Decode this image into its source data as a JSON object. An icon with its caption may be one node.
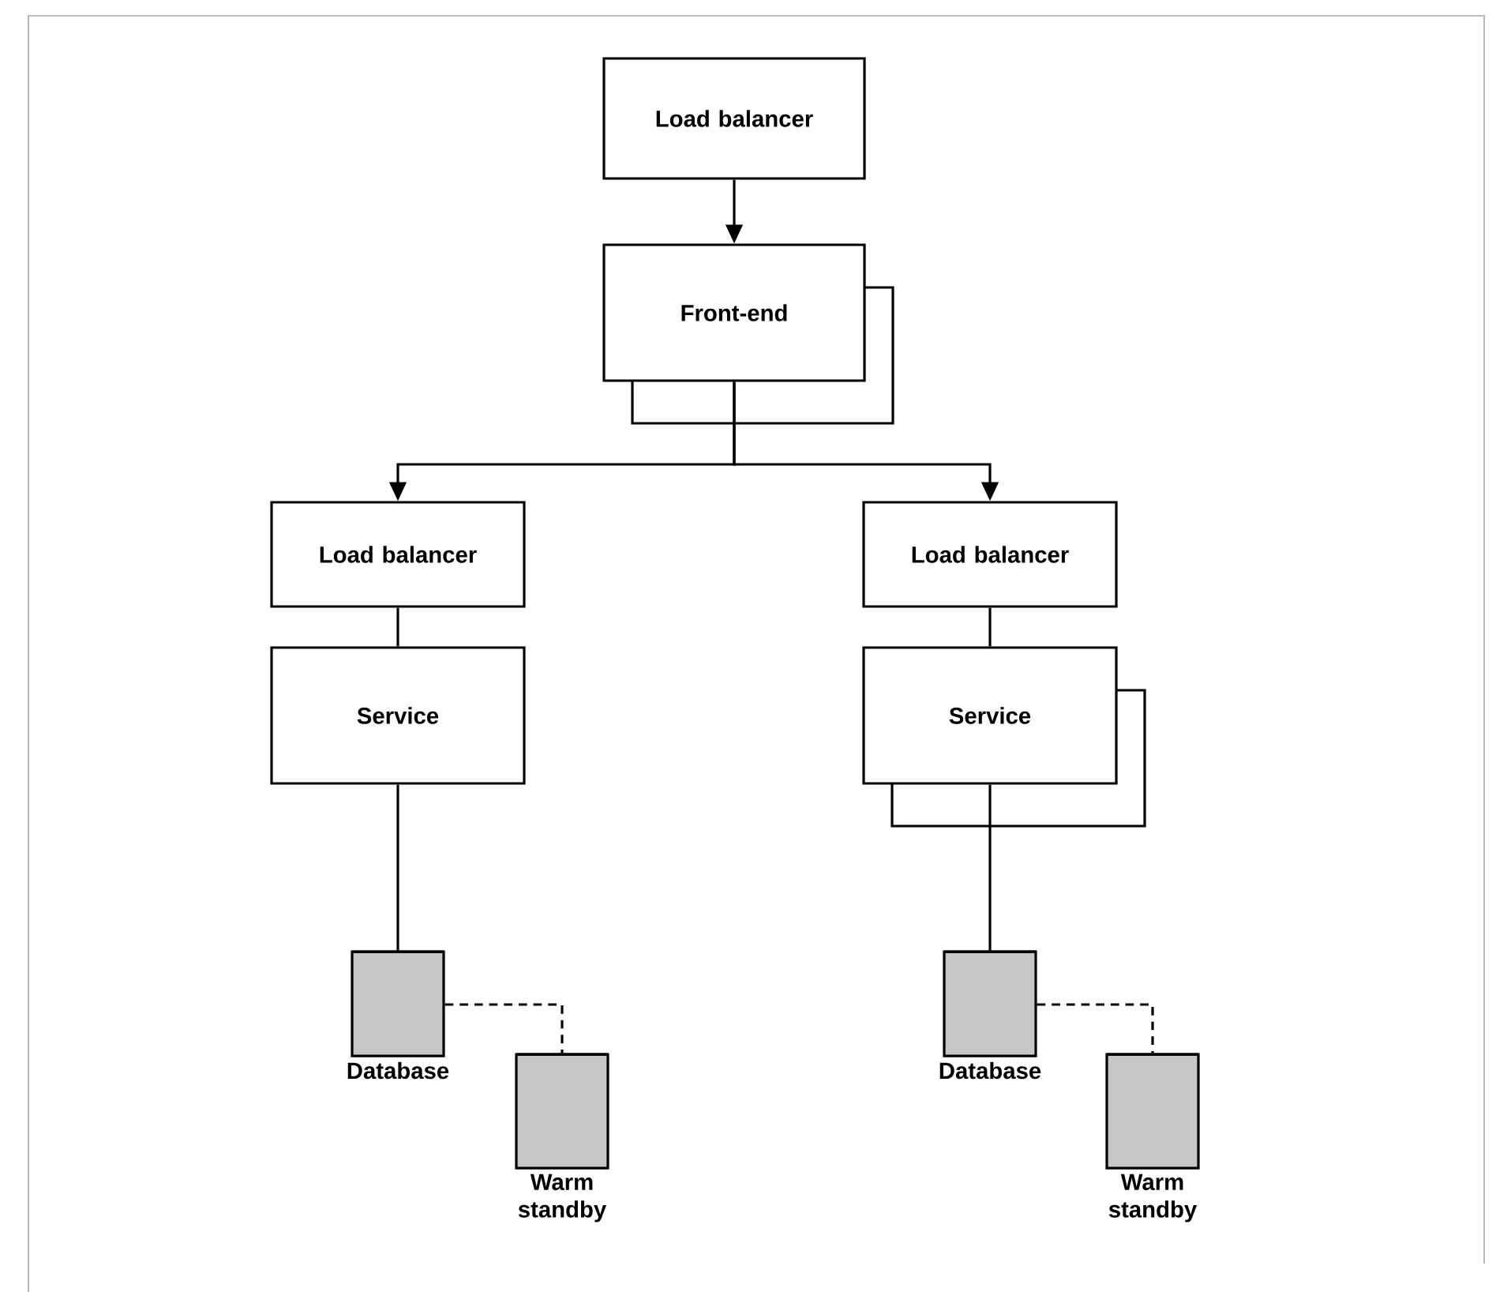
{
  "diagram": {
    "nodes": [
      {
        "text": [
          "Load balancer"
        ]
      },
      {
        "text": [
          "Front-end"
        ]
      },
      {
        "text": [
          "Load balancer"
        ]
      },
      {
        "text": [
          "Service"
        ]
      },
      {
        "text": [
          "Database"
        ]
      },
      {
        "text": [
          "Warm standby"
        ]
      },
      {
        "text": [
          "Load balancer"
        ]
      },
      {
        "text": [
          "Service"
        ]
      },
      {
        "text": [
          "Database"
        ]
      },
      {
        "text": [
          "Warm standby"
        ]
      }
    ],
    "edges": [
      {
        "from": 0,
        "to": 1,
        "arrow": "to"
      },
      {
        "from": 1,
        "to": 2,
        "arrow": "to"
      },
      {
        "from": 1,
        "to": 6,
        "arrow": "to"
      },
      {
        "from": 2,
        "to": 3,
        "arrow": "none"
      },
      {
        "from": 3,
        "to": 4,
        "arrow": "none"
      },
      {
        "from": 4,
        "to": 5,
        "arrow": "none",
        "style": "dashed"
      },
      {
        "from": 6,
        "to": 7,
        "arrow": "none"
      },
      {
        "from": 7,
        "to": 8,
        "arrow": "none"
      },
      {
        "from": 8,
        "to": 9,
        "arrow": "none",
        "style": "dashed"
      }
    ]
  }
}
